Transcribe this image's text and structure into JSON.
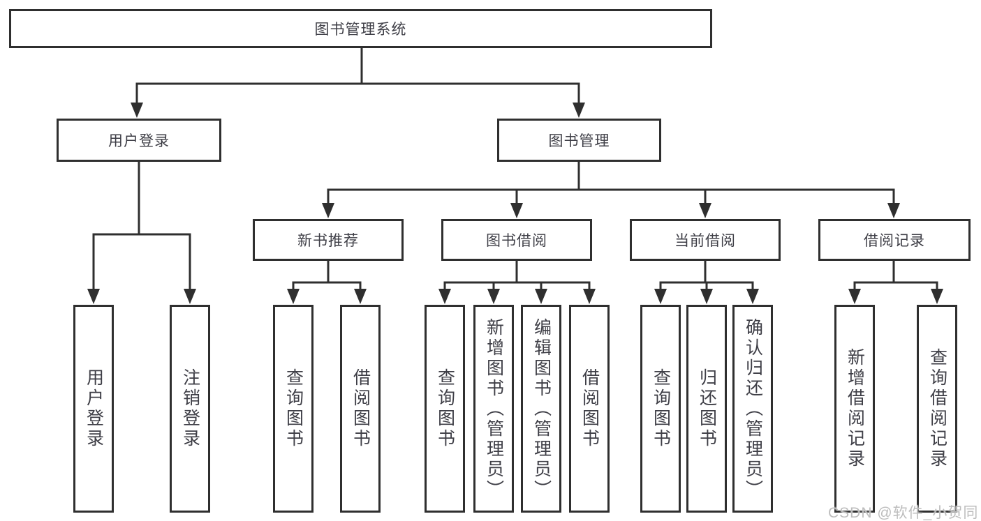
{
  "diagram_title": "图书管理系统",
  "nodes": {
    "root": "图书管理系统",
    "user_login": "用户登录",
    "book_mgmt": "图书管理",
    "new_book_rec": "新书推荐",
    "book_borrow": "图书借阅",
    "current_borrow": "当前借阅",
    "borrow_record": "借阅记录",
    "ul_user_login": "用户登录",
    "ul_logout": "注销登录",
    "nbr_query_book": "查询图书",
    "nbr_borrow_book": "借阅图书",
    "bb_query_book": "查询图书",
    "bb_add_book": "新增图书（管理员）",
    "bb_edit_book": "编辑图书（管理员）",
    "bb_borrow_book": "借阅图书",
    "cb_query_book": "查询图书",
    "cb_return_book": "归还图书",
    "cb_confirm_return": "确认归还（管理员）",
    "br_add_record": "新增借阅记录",
    "br_query_record": "查询借阅记录"
  },
  "hierarchy": {
    "图书管理系统": {
      "用户登录": [
        "用户登录",
        "注销登录"
      ],
      "图书管理": {
        "新书推荐": [
          "查询图书",
          "借阅图书"
        ],
        "图书借阅": [
          "查询图书",
          "新增图书（管理员）",
          "编辑图书（管理员）",
          "借阅图书"
        ],
        "当前借阅": [
          "查询图书",
          "归还图书",
          "确认归还（管理员）"
        ],
        "借阅记录": [
          "新增借阅记录",
          "查询借阅记录"
        ]
      }
    }
  },
  "watermark": "CSDN @软件_小贺同学",
  "colors": {
    "line": "#2f2f2f",
    "box_border": "#2f2f2f",
    "box_fill": "#ffffff",
    "text": "#3e3e46",
    "watermark": "#bdbdbd",
    "background": "#ffffff"
  }
}
